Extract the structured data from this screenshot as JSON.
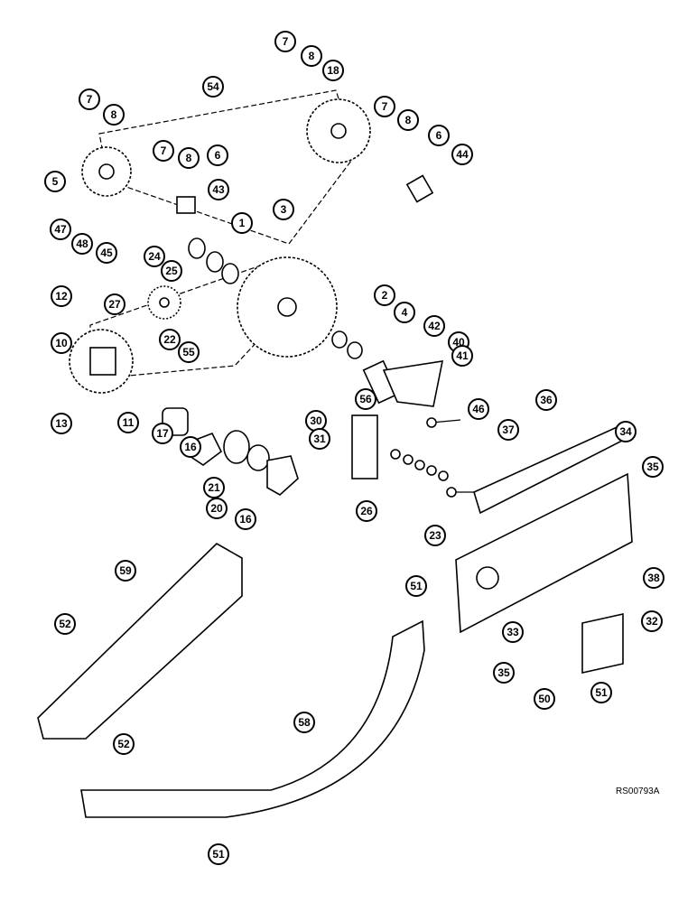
{
  "figure_ref": "RS00793A",
  "callouts": [
    "7",
    "8",
    "18",
    "54",
    "7",
    "8",
    "6",
    "44",
    "7",
    "8",
    "5",
    "7",
    "8",
    "6",
    "43",
    "47",
    "48",
    "45",
    "1",
    "3",
    "24",
    "25",
    "12",
    "27",
    "22",
    "10",
    "2",
    "4",
    "42",
    "40",
    "41",
    "55",
    "56",
    "46",
    "13",
    "11",
    "17",
    "16",
    "21",
    "20",
    "16",
    "30",
    "31",
    "26",
    "23",
    "36",
    "37",
    "34",
    "35",
    "33",
    "38",
    "59",
    "51",
    "52",
    "58",
    "52",
    "51",
    "35",
    "32",
    "50",
    "51"
  ]
}
